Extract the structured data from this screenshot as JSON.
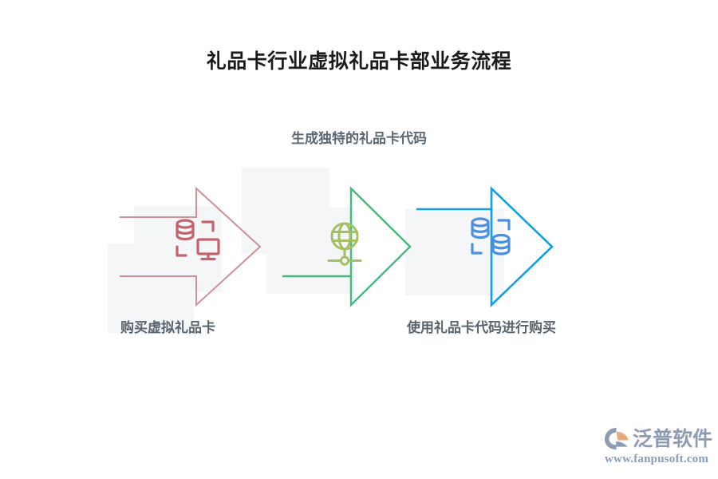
{
  "page": {
    "title": "礼品卡行业虚拟礼品卡部业务流程",
    "background_color": "#ffffff"
  },
  "diagram": {
    "top_label": "生成独特的礼品卡代码",
    "decor_box_color": "#f4f6f8",
    "label_color": "#59646e",
    "steps": [
      {
        "id": "step-1",
        "label": "购买虚拟礼品卡",
        "label_position": "bottom",
        "arrow_color": "#cf8f96",
        "icon_color": "#c4646f",
        "icon_name": "database-monitor-icon",
        "icon_description": "database cylinder and desktop monitor inside corner brackets"
      },
      {
        "id": "step-2",
        "label": "生成独特的礼品卡代码",
        "label_position": "top",
        "arrow_color": "#45b97c",
        "icon_color": "#a4c063",
        "icon_name": "globe-network-icon",
        "icon_description": "globe on a stand connected to a horizontal network line"
      },
      {
        "id": "step-3",
        "label": "使用礼品卡代码进行购买",
        "label_position": "bottom",
        "arrow_color": "#0fa0e8",
        "icon_color": "#4a90e2",
        "icon_name": "dual-database-icon",
        "icon_description": "two database cylinders inside corner brackets"
      }
    ]
  },
  "brand": {
    "name": "泛普软件",
    "url": "www.fanpusoft.com",
    "text_color": "#8d9bb5",
    "mark_color_primary": "#8d9bb5",
    "mark_color_accent": "#e8a87c"
  }
}
